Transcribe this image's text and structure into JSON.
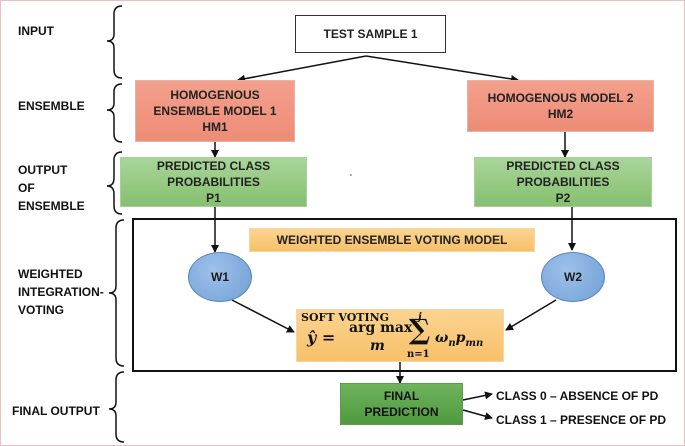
{
  "stages": {
    "input": "INPUT",
    "ensemble": "ENSEMBLE",
    "output_of_ensemble": "OUTPUT\nOF\nENSEMBLE",
    "weighted_integration": "WEIGHTED\nINTEGRATION-\nVOTING",
    "final_output": "FINAL OUTPUT"
  },
  "nodes": {
    "test_sample": "TEST SAMPLE 1",
    "model1": "HOMOGENOUS\nENSEMBLE MODEL 1\nHM1",
    "model2": "HOMOGENOUS MODEL 2\nHM2",
    "pred1": "PREDICTED CLASS\nPROBABILITIES\nP1",
    "pred2": "PREDICTED CLASS\nPROBABILITIES\nP2",
    "voting_model": "WEIGHTED ENSEMBLE VOTING MODEL",
    "w1": "W1",
    "w2": "W2",
    "final_prediction": "FINAL\nPREDICTION"
  },
  "formula": {
    "title": "SOFT VOTING",
    "lhs": "ŷ =",
    "argmax": "arg max",
    "argmax_sub": "m",
    "sum_upper": "j",
    "sum_lower": "n=1",
    "term": "ω",
    "term_sub": "n",
    "term2": "p",
    "term2_sub": "mn"
  },
  "outputs": {
    "class0": "CLASS 0 – ABSENCE OF PD",
    "class1": "CLASS 1 – PRESENCE OF PD"
  },
  "colors": {
    "salmon": "#ef917c",
    "green": "#93c981",
    "orange": "#f9c97a",
    "blue": "#7fa8dc",
    "dark_green": "#5ba649"
  }
}
